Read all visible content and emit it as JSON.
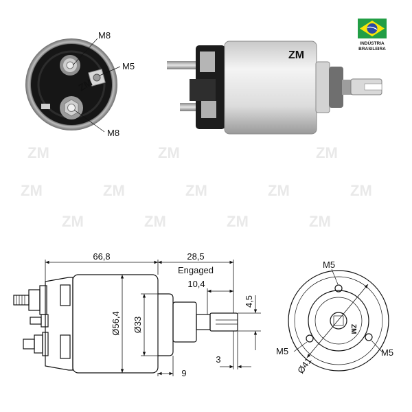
{
  "badge": {
    "line1": "INDÚSTRIA",
    "line2": "BRASILEIRA",
    "flag_colors": {
      "green": "#229e45",
      "yellow": "#f8e509",
      "blue": "#2b49a3"
    }
  },
  "brand": "ZM",
  "photo_labels": {
    "top_terminal": "M8",
    "small_terminal": "M5",
    "bottom_terminal": "M8"
  },
  "drawing": {
    "overall_length": "66,8",
    "engaged_length": "28,5",
    "engaged_label": "Engaged",
    "plunger_offset": "10,4",
    "body_diameter": "Ø56,4",
    "nose_diameter": "Ø33",
    "slot_width": "4,5",
    "bottom_offset": "9",
    "slot_depth": "3"
  },
  "end_view": {
    "hole_top": "M5",
    "hole_left": "M5",
    "hole_right": "M5",
    "bolt_circle": "Ø41",
    "logo": "ZM"
  }
}
